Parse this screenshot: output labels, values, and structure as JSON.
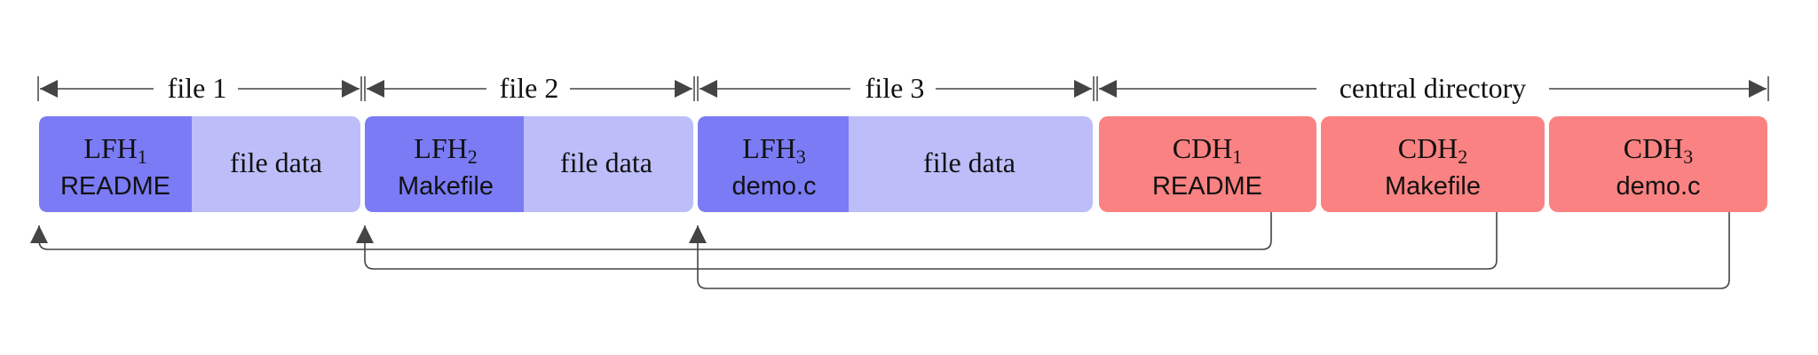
{
  "colors": {
    "lfh": "#7b7bf5",
    "file_data": "#bdbdfa",
    "cdh": "#fb8282",
    "line": "#444444"
  },
  "spans": {
    "file1": "file 1",
    "file2": "file 2",
    "file3": "file 3",
    "central": "central directory"
  },
  "files": [
    {
      "header": "LFH",
      "sub": "1",
      "name": "README",
      "data": "file data"
    },
    {
      "header": "LFH",
      "sub": "2",
      "name": "Makefile",
      "data": "file data"
    },
    {
      "header": "LFH",
      "sub": "3",
      "name": "demo.c",
      "data": "file data"
    }
  ],
  "central_dir": [
    {
      "header": "CDH",
      "sub": "1",
      "name": "README"
    },
    {
      "header": "CDH",
      "sub": "2",
      "name": "Makefile"
    },
    {
      "header": "CDH",
      "sub": "3",
      "name": "demo.c"
    }
  ]
}
